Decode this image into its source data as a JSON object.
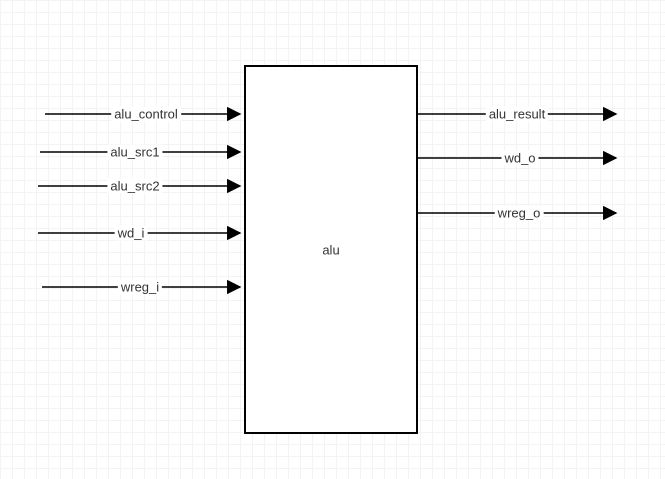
{
  "diagram": {
    "block": {
      "label": "alu"
    },
    "inputs": [
      {
        "label": "alu_control"
      },
      {
        "label": "alu_src1"
      },
      {
        "label": "alu_src2"
      },
      {
        "label": "wd_i"
      },
      {
        "label": "wreg_i"
      }
    ],
    "outputs": [
      {
        "label": "alu_result"
      },
      {
        "label": "wd_o"
      },
      {
        "label": "wreg_o"
      }
    ],
    "colors": {
      "wire": "#000000",
      "block_border": "#000000",
      "block_fill": "#ffffff"
    }
  }
}
